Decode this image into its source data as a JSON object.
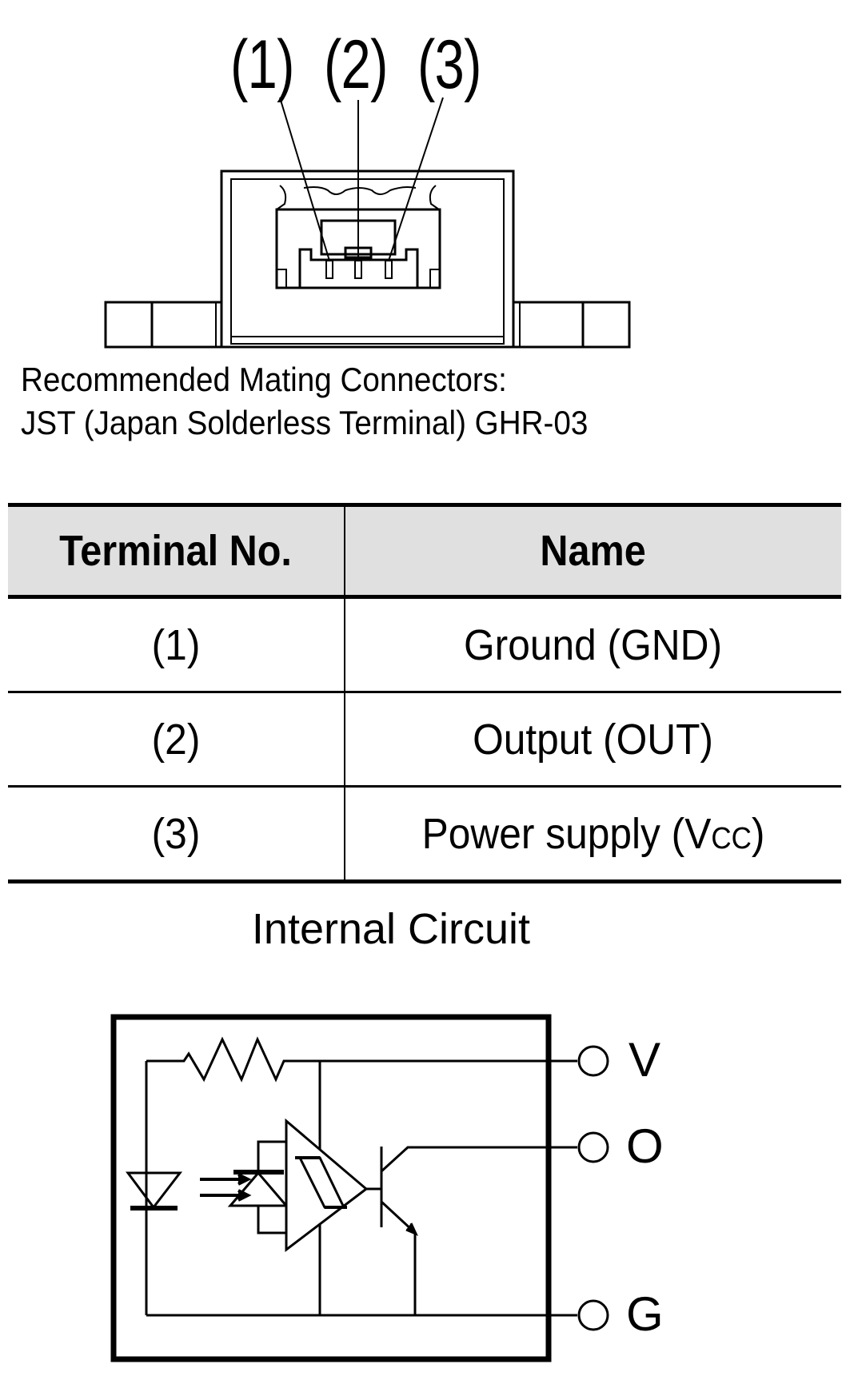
{
  "connector_drawing": {
    "pin_labels": [
      "(1)",
      "(2)",
      "(3)"
    ]
  },
  "mating": {
    "line1": "Recommended Mating Connectors:",
    "line2": "JST (Japan Solderless Terminal) GHR-03"
  },
  "table": {
    "headers": [
      "Terminal No.",
      "Name"
    ],
    "rows": [
      {
        "terminal": "(1)",
        "name": "Ground (GND)",
        "name_sub": ""
      },
      {
        "terminal": "(2)",
        "name": "Output (OUT)",
        "name_sub": ""
      },
      {
        "terminal": "(3)",
        "name": "Power supply (V",
        "name_sub": "CC",
        "name_suffix": ")"
      }
    ],
    "header_bg": "#e0e0e0"
  },
  "circuit": {
    "title": "Internal Circuit",
    "terminals": [
      "V",
      "O",
      "G"
    ]
  }
}
